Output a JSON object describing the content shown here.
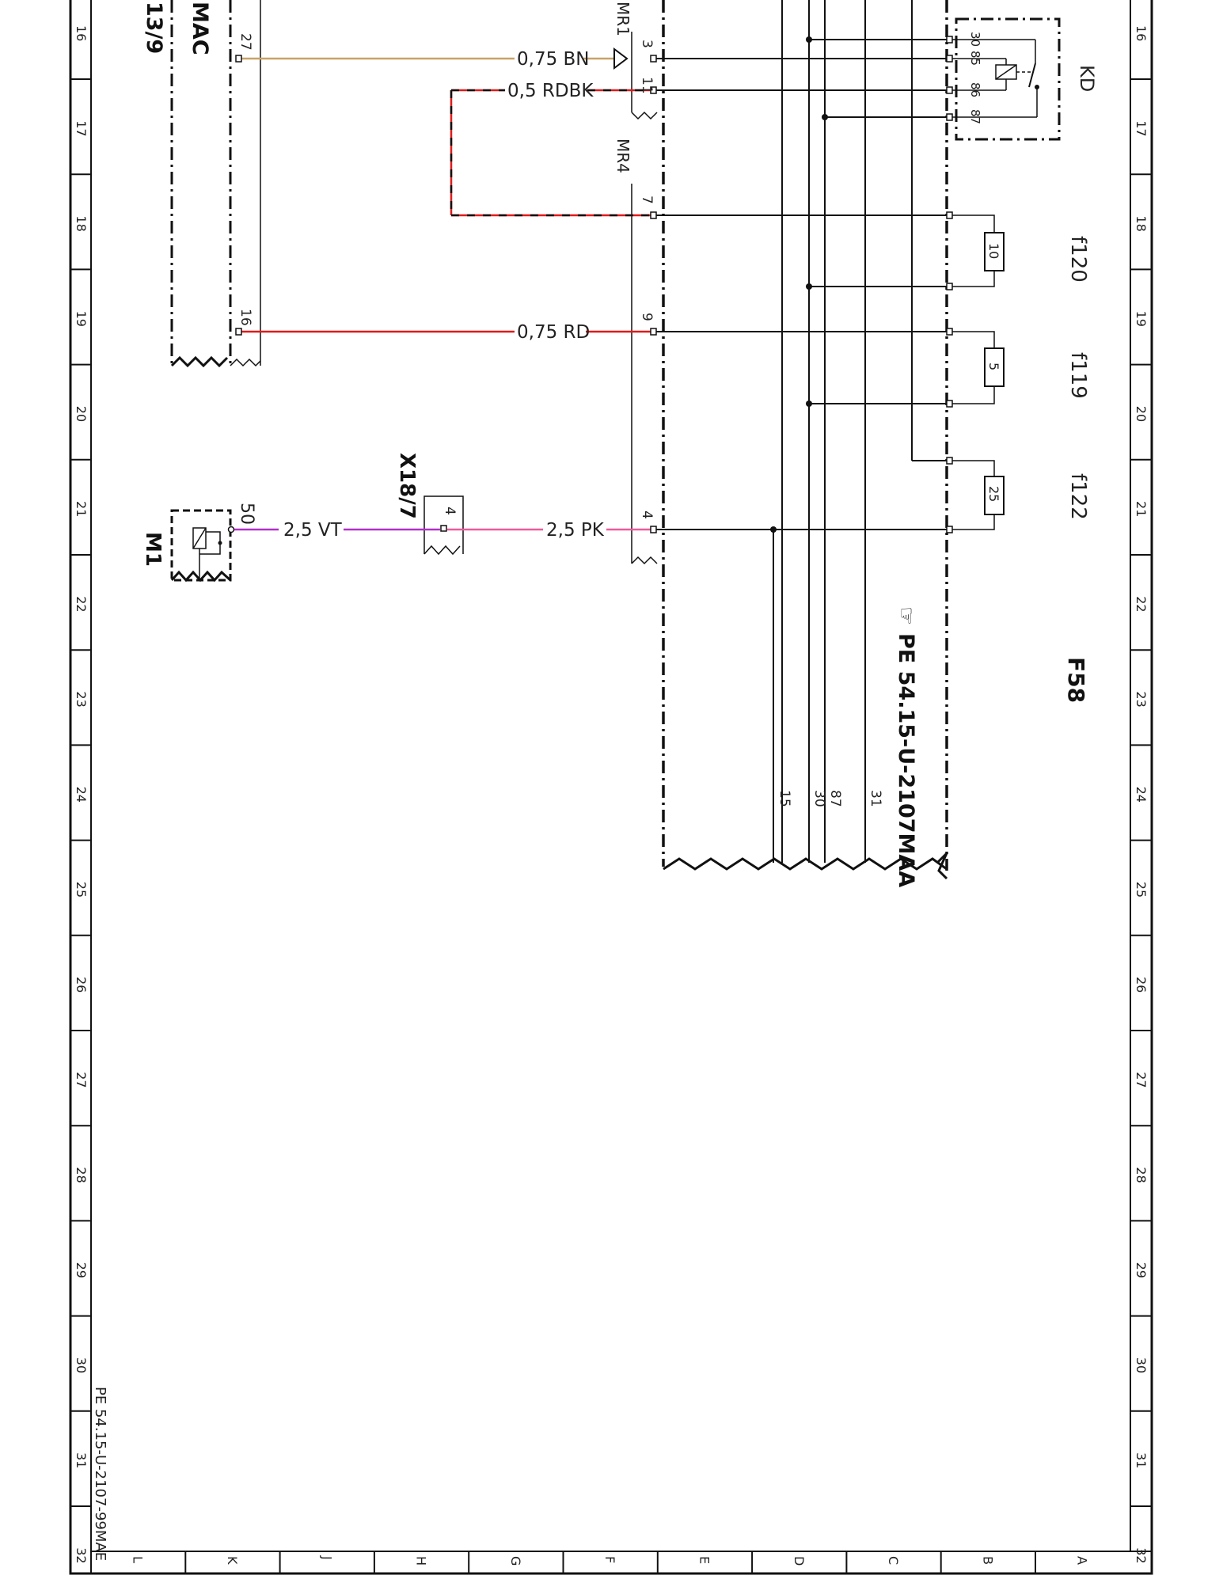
{
  "frame": {
    "row_numbers": [
      "16",
      "17",
      "18",
      "19",
      "20",
      "21",
      "22",
      "23",
      "24",
      "25",
      "26",
      "27",
      "28",
      "29",
      "30",
      "31",
      "32"
    ],
    "column_letters": [
      "L",
      "K",
      "J",
      "H",
      "G",
      "F",
      "E",
      "D",
      "C",
      "B",
      "A"
    ]
  },
  "labels": {
    "mac_fragment": "MAC",
    "id_fragment": "13/9",
    "mr1": "MR1",
    "mr4": "MR4",
    "x18_7": "X18/7",
    "m1": "M1",
    "kd": "KD",
    "f58": "F58",
    "ref_main": "PE 54.15-U-2107MAA",
    "ref_page": "PE 54.15-U-2107-99MAE"
  },
  "pins": {
    "mac_27": "27",
    "mac_16": "16",
    "mr1_3": "3",
    "mr1_11": "11",
    "mr4_7": "7",
    "mr4_9": "9",
    "mr4_4": "4",
    "x18_4": "4",
    "m1_50": "50",
    "kd_30": "30",
    "kd_85": "85",
    "kd_86": "86",
    "kd_87": "87"
  },
  "wires": {
    "w_bn": "0,75 BN",
    "w_rdbk": "0,5 RDBK",
    "w_rd": "0,75 RD",
    "w_vt": "2,5 VT",
    "w_pk": "2,5 PK"
  },
  "fuses": {
    "f120": {
      "name": "f120",
      "rating": "10"
    },
    "f119": {
      "name": "f119",
      "rating": "5"
    },
    "f122": {
      "name": "f122",
      "rating": "25"
    }
  },
  "buses": {
    "b15": "15",
    "b30": "30",
    "b87": "87",
    "b31": "31"
  },
  "colors": {
    "brown": "#c9a266",
    "red": "#e11a1a",
    "violet": "#b230c8",
    "pink": "#ee5a9a",
    "black": "#111111"
  }
}
